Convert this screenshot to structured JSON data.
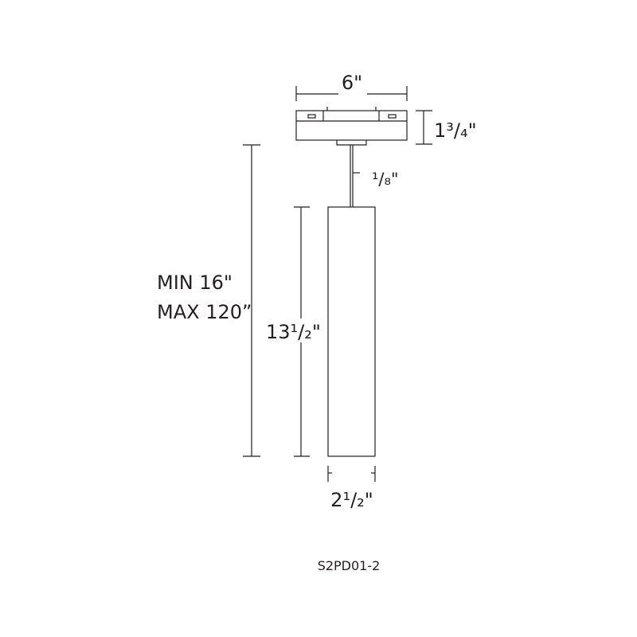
{
  "dimensions": {
    "canopy_width": "6\"",
    "canopy_height": "1³/₄\"",
    "stem_diameter": "¹/₈\"",
    "overall_min": "MIN 16\"",
    "overall_max": "MAX 120”",
    "body_height": "13¹/₂\"",
    "body_width": "2¹/₂\""
  },
  "model": "S2PD01-2",
  "colors": {
    "line": "#231f20",
    "background": "#ffffff"
  }
}
